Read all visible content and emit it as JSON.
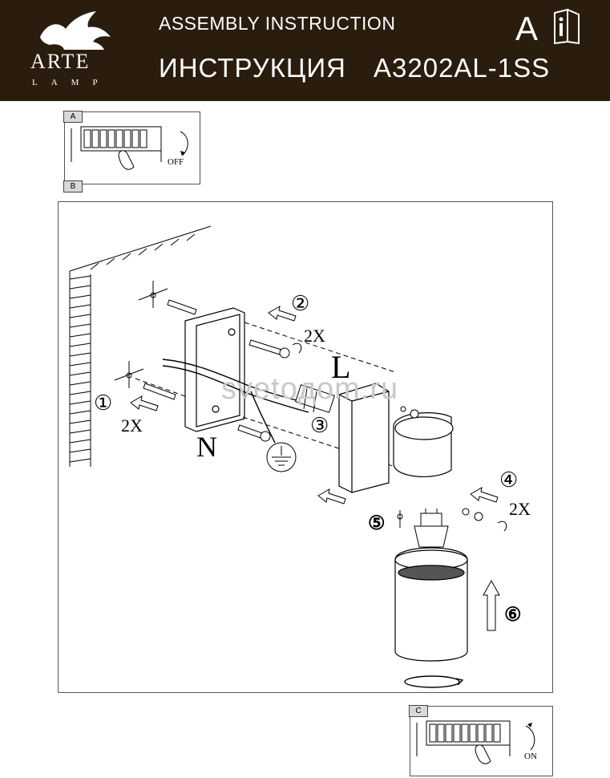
{
  "header": {
    "brand": "ARTE",
    "brand_sub": "LAMP",
    "title_en": "ASSEMBLY  INSTRUCTION",
    "title_ru": "ИНСТРУКЦИЯ",
    "model": "A3202AL-1SS",
    "language": "A",
    "icon": "info-booklet-icon",
    "background_color": "#2b1d0e"
  },
  "panel_a": {
    "tag": "A",
    "tag2": "B",
    "switch_label": "OFF"
  },
  "panel_c": {
    "tag": "C",
    "switch_label": "ON"
  },
  "diagram": {
    "labels": {
      "L": "L",
      "N": "N"
    },
    "steps": [
      {
        "num": "①",
        "qty": "2X"
      },
      {
        "num": "②",
        "qty": "2X"
      },
      {
        "num": "③"
      },
      {
        "num": "④",
        "qty": "2X"
      },
      {
        "num": "⑤"
      },
      {
        "num": "⑥"
      }
    ],
    "watermark": "svetoдom.ru"
  }
}
